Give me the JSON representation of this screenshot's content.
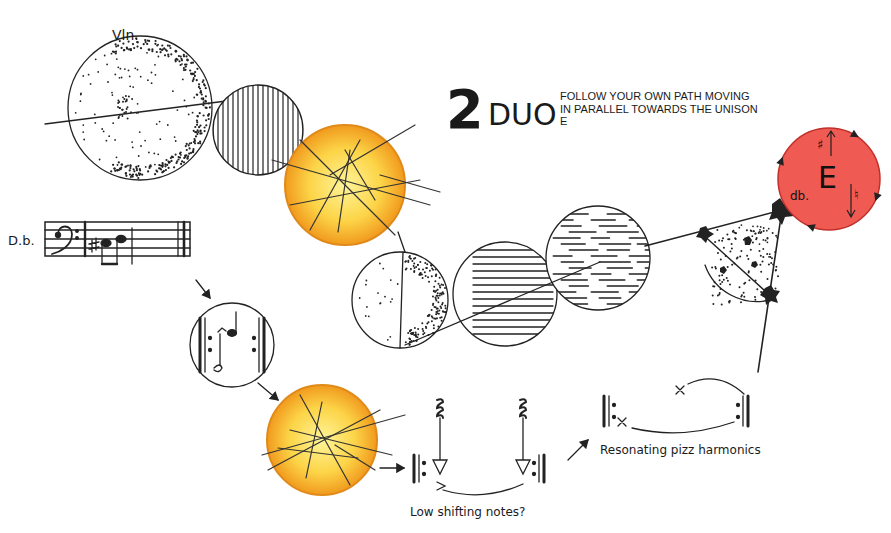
{
  "diagram": {
    "nodes": [
      {
        "text": [
          "♯",
          "E",
          "db.",
          "♮"
        ]
      }
    ],
    "labels": [
      "Vln.",
      "2",
      "DUO",
      "FOLLOW YOUR OWN PATH MOVING IN PARALLEL TOWARDS THE UNISON E",
      "D.b.",
      "Low shifting notes?",
      "Resonating pizz harmonics"
    ]
  }
}
